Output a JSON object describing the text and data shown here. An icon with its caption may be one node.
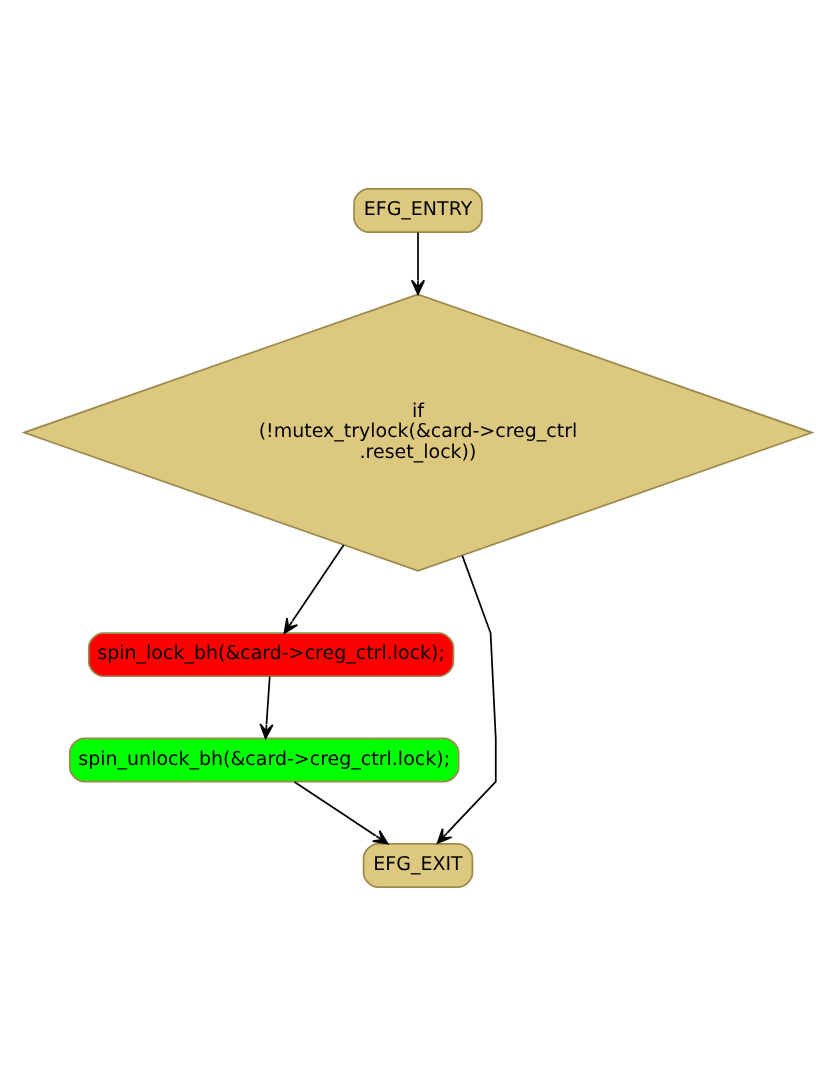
{
  "diagram": {
    "nodes": [
      {
        "text": [
          "EFG_ENTRY"
        ]
      },
      {
        "text": [
          "if (!mutex_trylock(&card->creg_ctrl .reset_lock))"
        ]
      },
      {
        "text": [
          "spin_lock_bh(&card->creg_ctrl.lock);"
        ]
      },
      {
        "text": [
          "spin_unlock_bh(&card->creg_ctrl.lock);"
        ]
      },
      {
        "text": [
          "EFG_EXIT"
        ]
      }
    ],
    "edges": [
      {
        "from": 0,
        "to": 1,
        "arrow": "to"
      },
      {
        "from": 1,
        "to": 2,
        "arrow": "to"
      },
      {
        "from": 1,
        "to": 4,
        "arrow": "to"
      },
      {
        "from": 2,
        "to": 3,
        "arrow": "to"
      },
      {
        "from": 3,
        "to": 4,
        "arrow": "to"
      }
    ]
  }
}
